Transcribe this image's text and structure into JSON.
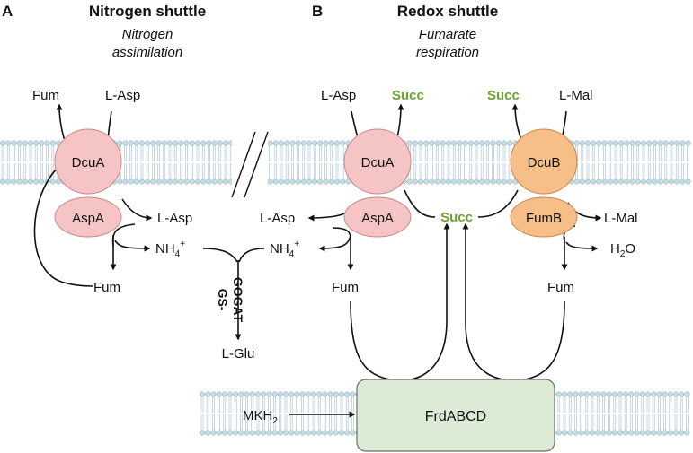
{
  "panels": {
    "a": {
      "letter": "A",
      "title": "Nitrogen shuttle",
      "subtitle_line1": "Nitrogen",
      "subtitle_line2": "assimilation"
    },
    "b": {
      "letter": "B",
      "title": "Redox shuttle",
      "subtitle_line1": "Fumarate",
      "subtitle_line2": "respiration"
    }
  },
  "proteins": {
    "dcua_a": "DcuA",
    "aspa_a": "AspA",
    "dcua_b": "DcuA",
    "aspa_b": "AspA",
    "dcub": "DcuB",
    "fumb": "FumB",
    "frd": "FrdABCD"
  },
  "metabolites": {
    "a_fum_out": "Fum",
    "a_lasp_in": "L-Asp",
    "a_lasp_right": "L-Asp",
    "a_nh4": "NH",
    "a_nh4_sub": "4",
    "a_nh4_sup": "+",
    "a_fum_bottom": "Fum",
    "gs_line1": "GS-",
    "gs_line2": "GOGAT",
    "lglu": "L-Glu",
    "b_lasp_in": "L-Asp",
    "b_succ_out1": "Succ",
    "b_succ_out2": "Succ",
    "b_lmal_in": "L-Mal",
    "b_lasp_left": "L-Asp",
    "b_nh4": "NH",
    "b_nh4_sub": "4",
    "b_nh4_sup": "+",
    "b_succ_mid": "Succ",
    "b_lmal_right": "L-Mal",
    "b_h2o_pre": "H",
    "b_h2o_sub": "2",
    "b_h2o_post": "O",
    "b_fum_left": "Fum",
    "b_fum_right": "Fum",
    "mkh2": "MKH",
    "mkh2_sub": "2"
  },
  "colors": {
    "dcua_fill": "#f5c4c4",
    "dcua_stroke": "#c98a8a",
    "dcub_fill": "#f6bf87",
    "dcub_stroke": "#c88a4f",
    "frd_fill": "#dcebd5",
    "frd_stroke": "#6d6d6d",
    "membrane": "#c7dde6",
    "succ_green": "#6aa52f"
  }
}
